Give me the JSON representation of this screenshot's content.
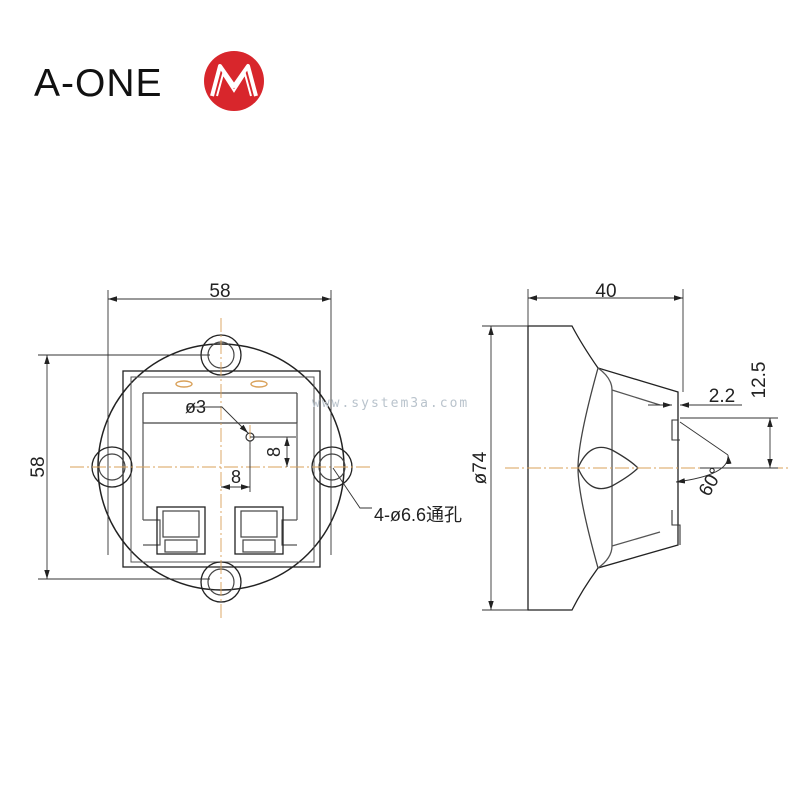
{
  "brand": {
    "name": "A-ONE",
    "logo_icon": "m-in-red-circle-icon",
    "accent_color": "#d8262c"
  },
  "watermark": "www.system3a.com",
  "front_view": {
    "width_dim": "58",
    "height_dim": "58",
    "small_hole_dim": "ø3",
    "offset_x_dim": "8",
    "offset_y_dim": "8",
    "through_holes_callout": "4-ø6.6通孔"
  },
  "side_view": {
    "length_dim": "40",
    "diameter_dim": "ø74",
    "step_dim": "2.2",
    "height_dim": "12.5",
    "angle_dim": "60°"
  }
}
